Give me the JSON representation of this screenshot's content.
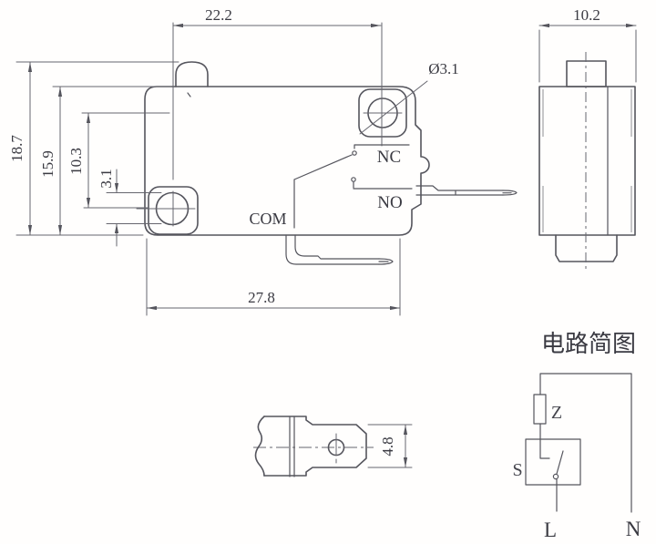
{
  "drawing": {
    "main_view": {
      "dim_hole_span_horizontal": "22.2",
      "dim_total_height": "18.7",
      "dim_body_height": "15.9",
      "dim_hole_span_vertical": "10.3",
      "dim_hole_diameter_left": "3.1",
      "dim_hole_diameter_right": "Ø3.1",
      "dim_body_width": "27.8",
      "terminal_nc_label": "NC",
      "terminal_no_label": "NO",
      "terminal_com_label": "COM"
    },
    "side_view": {
      "dim_body_depth": "10.2"
    },
    "terminal_detail": {
      "dim_terminal_width": "4.8"
    },
    "circuit": {
      "title": "电路简图",
      "impedance_label": "Z",
      "switch_label": "S",
      "live_label": "L",
      "neutral_label": "N"
    }
  },
  "colors": {
    "line": "#55555d",
    "dimension_line": "#66666e",
    "text": "#3a3a42",
    "background": "#fffefd"
  }
}
